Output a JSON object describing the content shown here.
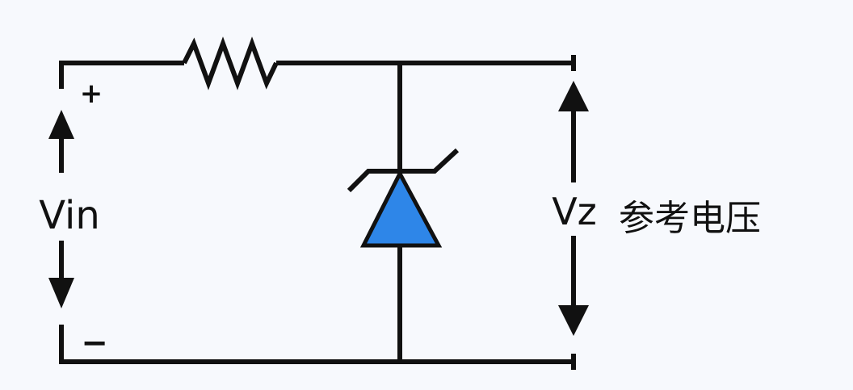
{
  "diagram": {
    "labels": {
      "input_voltage": "Vin",
      "zener_voltage": "Vz",
      "reference_voltage": "参考电压",
      "plus_sign": "+",
      "minus_sign": "−"
    },
    "colors": {
      "background": "#f7f9fd",
      "wire": "#111111",
      "zener_fill": "#2e86e8"
    },
    "components": {
      "resistor": "resistor-symbol",
      "zener_diode": "zener-diode-symbol"
    }
  }
}
